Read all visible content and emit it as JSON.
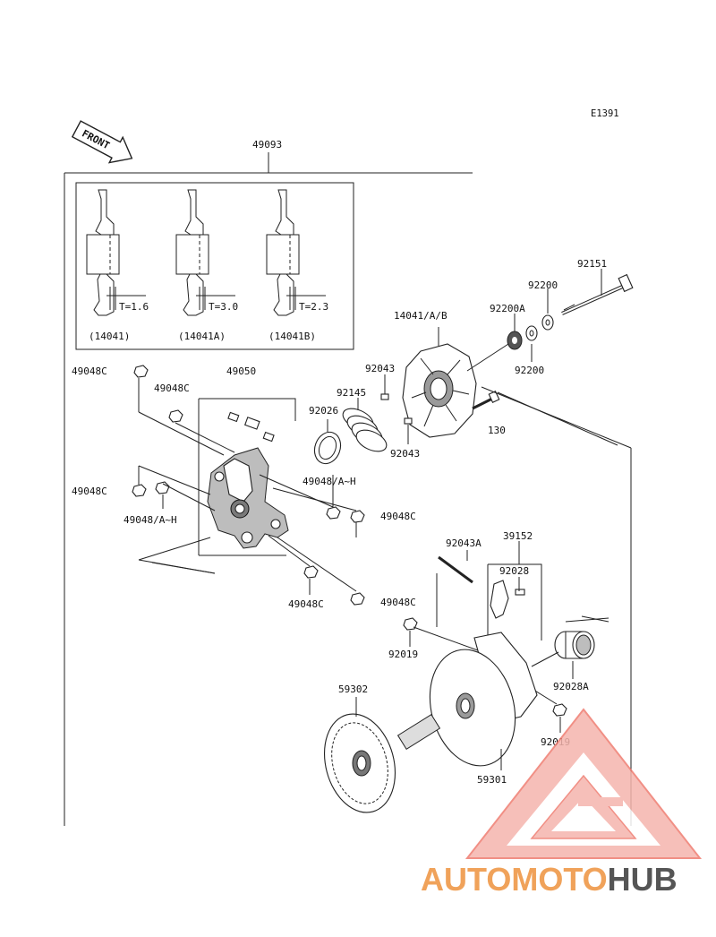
{
  "diagram_code": "E1391",
  "front_marker": "FRONT",
  "callouts": {
    "p49093": "49093",
    "p49050": "49050",
    "p49048c_a": "49048C",
    "p49048c_b": "49048C",
    "p49048c_c": "49048C",
    "p49048c_d": "49048C",
    "p49048c_e": "49048C",
    "p49048c_f": "49048C",
    "p49048ah_a": "49048/A~H",
    "p49048ah_b": "49048/A~H",
    "p92026": "92026",
    "p92145": "92145",
    "p92043_a": "92043",
    "p92043_b": "92043",
    "p14041ab": "14041/A/B",
    "p92200a": "92200A",
    "p92200_a": "92200",
    "p92200_b": "92200",
    "p92151": "92151",
    "p130": "130",
    "p92043a": "92043A",
    "p39152": "39152",
    "p92028": "92028",
    "p92028a": "92028A",
    "p92019_a": "92019",
    "p92019_b": "92019",
    "p59302": "59302",
    "p59301": "59301"
  },
  "variants": [
    {
      "code": "(14041)",
      "thickness": "T=1.6"
    },
    {
      "code": "(14041A)",
      "thickness": "T=3.0"
    },
    {
      "code": "(14041B)",
      "thickness": "T=2.3"
    }
  ],
  "watermark": {
    "text_a": "AUTOMOTO",
    "text_b": "HUB",
    "color_a": "#f0a25a",
    "color_b": "#555555",
    "triangle_color": "#ef6f63"
  }
}
